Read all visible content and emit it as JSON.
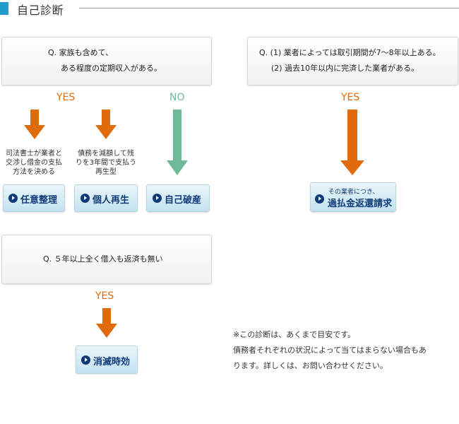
{
  "header": {
    "title": "自己診断"
  },
  "questions": {
    "q1": {
      "line1": "Q. 家族も含めて、",
      "line2": "ある程度の定期収入がある。"
    },
    "q2": {
      "line1": "Q. (1) 業者によっては取引期間が7〜8年以上ある。",
      "line2": "(2) 過去10年以内に完済した業者がある。"
    },
    "q3": {
      "line1": "Q. ５年以上全く借入も返済も無い"
    }
  },
  "answers": {
    "yes": "YES",
    "no": "NO"
  },
  "notes": {
    "nini": [
      "司法書士が業者と",
      "交渉し借金の支払",
      "方法を決める"
    ],
    "kojin": [
      "債務を減額して残",
      "りを3年間で支払う",
      "再生型"
    ]
  },
  "buttons": {
    "nini": "任意整理",
    "kojin": "個人再生",
    "hasan": "自己破産",
    "kabarai_small": "その業者につき、",
    "kabarai": "過払金返還請求",
    "jiko": "消滅時効"
  },
  "footnote": [
    "※この診断は、あくまで目安です。",
    "債務者それぞれの状況によって当てはまらない場合もあ",
    "ります。詳しくは、お問い合わせください。"
  ],
  "colors": {
    "accent": "#1f9cc7",
    "yes_arrow": "#e06b0a",
    "no_arrow": "#6fb898",
    "button_text": "#0f3a7a"
  }
}
